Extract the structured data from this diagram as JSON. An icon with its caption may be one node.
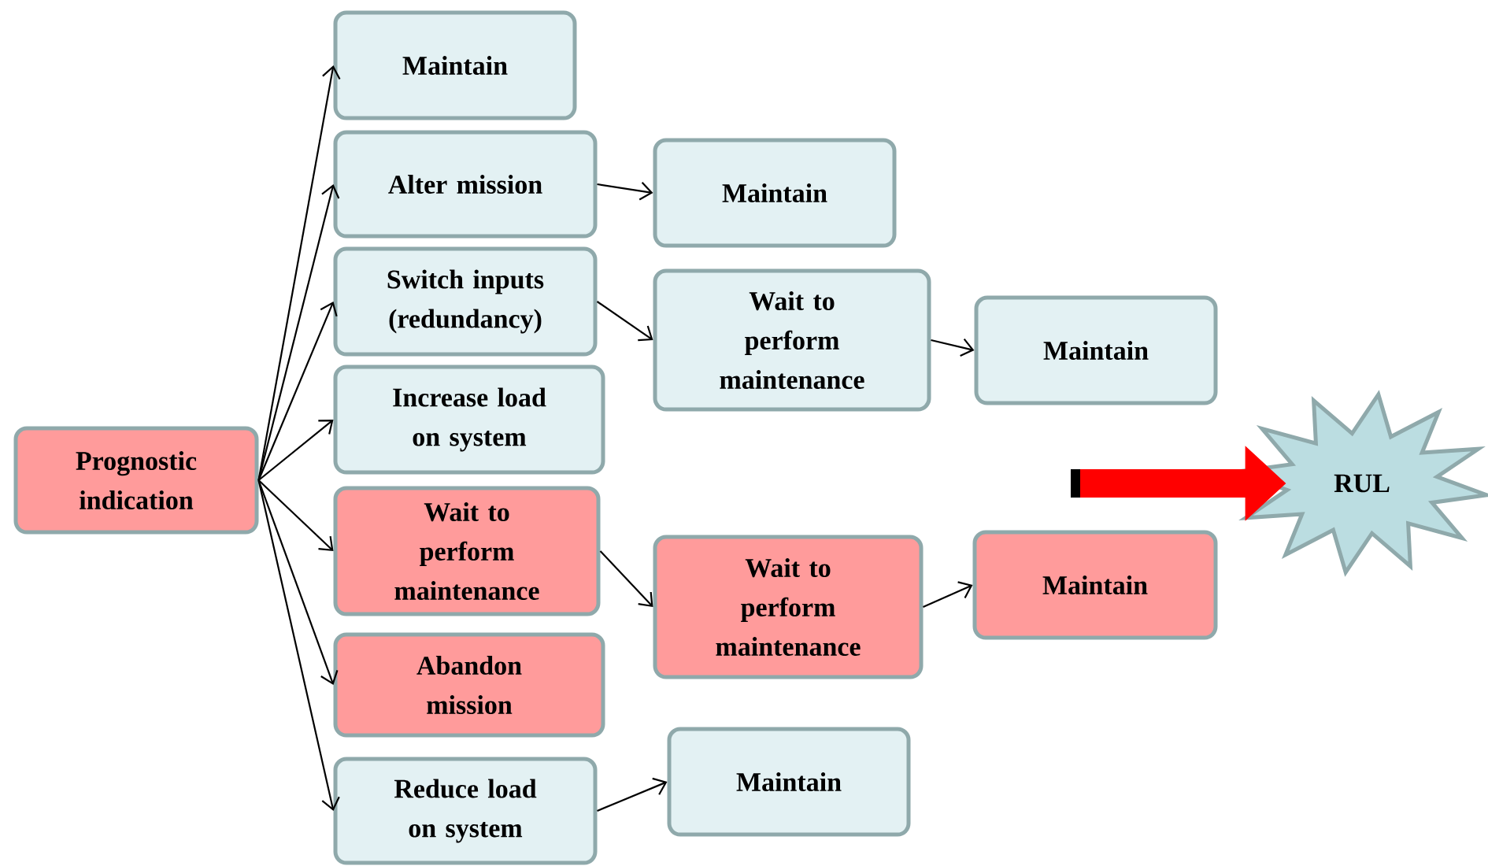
{
  "diagram": {
    "nodes": [
      {
        "text": [
          "Prognostic indication"
        ]
      },
      {
        "text": [
          "Maintain"
        ]
      },
      {
        "text": [
          "Alter mission"
        ]
      },
      {
        "text": [
          "Switch inputs (redundancy)"
        ]
      },
      {
        "text": [
          "Increase load on system"
        ]
      },
      {
        "text": [
          "Wait to perform maintenance"
        ]
      },
      {
        "text": [
          "Abandon mission"
        ]
      },
      {
        "text": [
          "Reduce load on system"
        ]
      },
      {
        "text": [
          "Maintain"
        ]
      },
      {
        "text": [
          "Wait to perform maintenance"
        ]
      },
      {
        "text": [
          "Maintain"
        ]
      },
      {
        "text": [
          "Wait to perform maintenance"
        ]
      },
      {
        "text": [
          "Maintain"
        ]
      },
      {
        "text": [
          "Maintain"
        ]
      },
      {
        "text": [
          "RUL"
        ]
      }
    ],
    "edges": [
      {
        "from": 0,
        "to": 1,
        "arrow": "to"
      },
      {
        "from": 0,
        "to": 2,
        "arrow": "to"
      },
      {
        "from": 0,
        "to": 3,
        "arrow": "to"
      },
      {
        "from": 0,
        "to": 4,
        "arrow": "to"
      },
      {
        "from": 0,
        "to": 5,
        "arrow": "to"
      },
      {
        "from": 0,
        "to": 6,
        "arrow": "to"
      },
      {
        "from": 0,
        "to": 7,
        "arrow": "to"
      },
      {
        "from": 2,
        "to": 8,
        "arrow": "to"
      },
      {
        "from": 3,
        "to": 9,
        "arrow": "to"
      },
      {
        "from": 9,
        "to": 10,
        "arrow": "to"
      },
      {
        "from": 5,
        "to": 11,
        "arrow": "to"
      },
      {
        "from": 11,
        "to": 12,
        "arrow": "to"
      },
      {
        "from": 7,
        "to": 13,
        "arrow": "to"
      },
      {
        "from": null,
        "to": 14,
        "arrow": "to",
        "style": "thick",
        "color": "#ff0000"
      }
    ]
  }
}
